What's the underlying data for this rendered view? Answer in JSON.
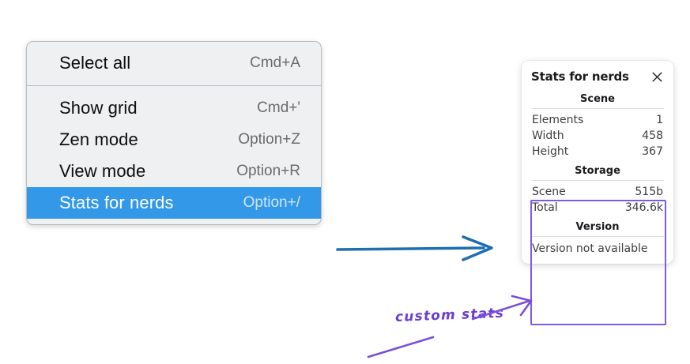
{
  "colors": {
    "menu_bg": "#eff0f2",
    "menu_border": "#b6bcc4",
    "menu_highlight": "#3498e8",
    "panel_bg": "#ffffff",
    "annotation_purple": "#7B5BE0",
    "annotation_blue": "#1f6eb0",
    "text_primary": "#0d0d0d",
    "text_secondary": "#6b6b6b"
  },
  "context_menu": {
    "groups": [
      {
        "items": [
          {
            "label": "Select all",
            "shortcut": "Cmd+A",
            "selected": false
          }
        ]
      },
      {
        "items": [
          {
            "label": "Show grid",
            "shortcut": "Cmd+'",
            "selected": false
          },
          {
            "label": "Zen mode",
            "shortcut": "Option+Z",
            "selected": false
          },
          {
            "label": "View mode",
            "shortcut": "Option+R",
            "selected": false
          },
          {
            "label": "Stats for nerds",
            "shortcut": "Option+/",
            "selected": true
          }
        ]
      }
    ]
  },
  "stats_panel": {
    "title": "Stats for nerds",
    "close_icon": "close-icon",
    "sections": [
      {
        "name": "Scene",
        "rows": [
          {
            "key": "Elements",
            "value": "1"
          },
          {
            "key": "Width",
            "value": "458"
          },
          {
            "key": "Height",
            "value": "367"
          }
        ]
      },
      {
        "name": "Storage",
        "rows": [
          {
            "key": "Scene",
            "value": "515b"
          },
          {
            "key": "Total",
            "value": "346.6k"
          }
        ]
      },
      {
        "name": "Version",
        "note": "Version not available"
      }
    ]
  },
  "annotations": {
    "handwritten_label": "custom stats"
  }
}
